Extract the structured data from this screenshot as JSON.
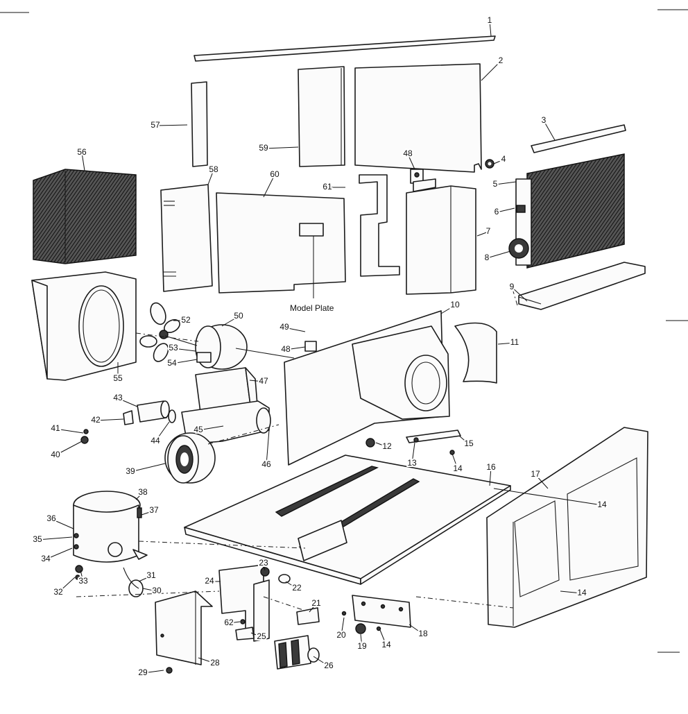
{
  "diagram": {
    "model_plate_label": "Model Plate",
    "callouts": [
      "1",
      "2",
      "3",
      "4",
      "5",
      "6",
      "7",
      "8",
      "9",
      "10",
      "11",
      "12",
      "13",
      "14",
      "14",
      "14",
      "14",
      "15",
      "16",
      "17",
      "18",
      "19",
      "20",
      "21",
      "22",
      "23",
      "24",
      "25",
      "26",
      "28",
      "29",
      "30",
      "31",
      "32",
      "33",
      "34",
      "35",
      "36",
      "37",
      "38",
      "39",
      "40",
      "41",
      "42",
      "43",
      "44",
      "45",
      "46",
      "47",
      "48",
      "48",
      "49",
      "50",
      "52",
      "53",
      "54",
      "55",
      "56",
      "57",
      "58",
      "59",
      "60",
      "61",
      "62"
    ]
  }
}
